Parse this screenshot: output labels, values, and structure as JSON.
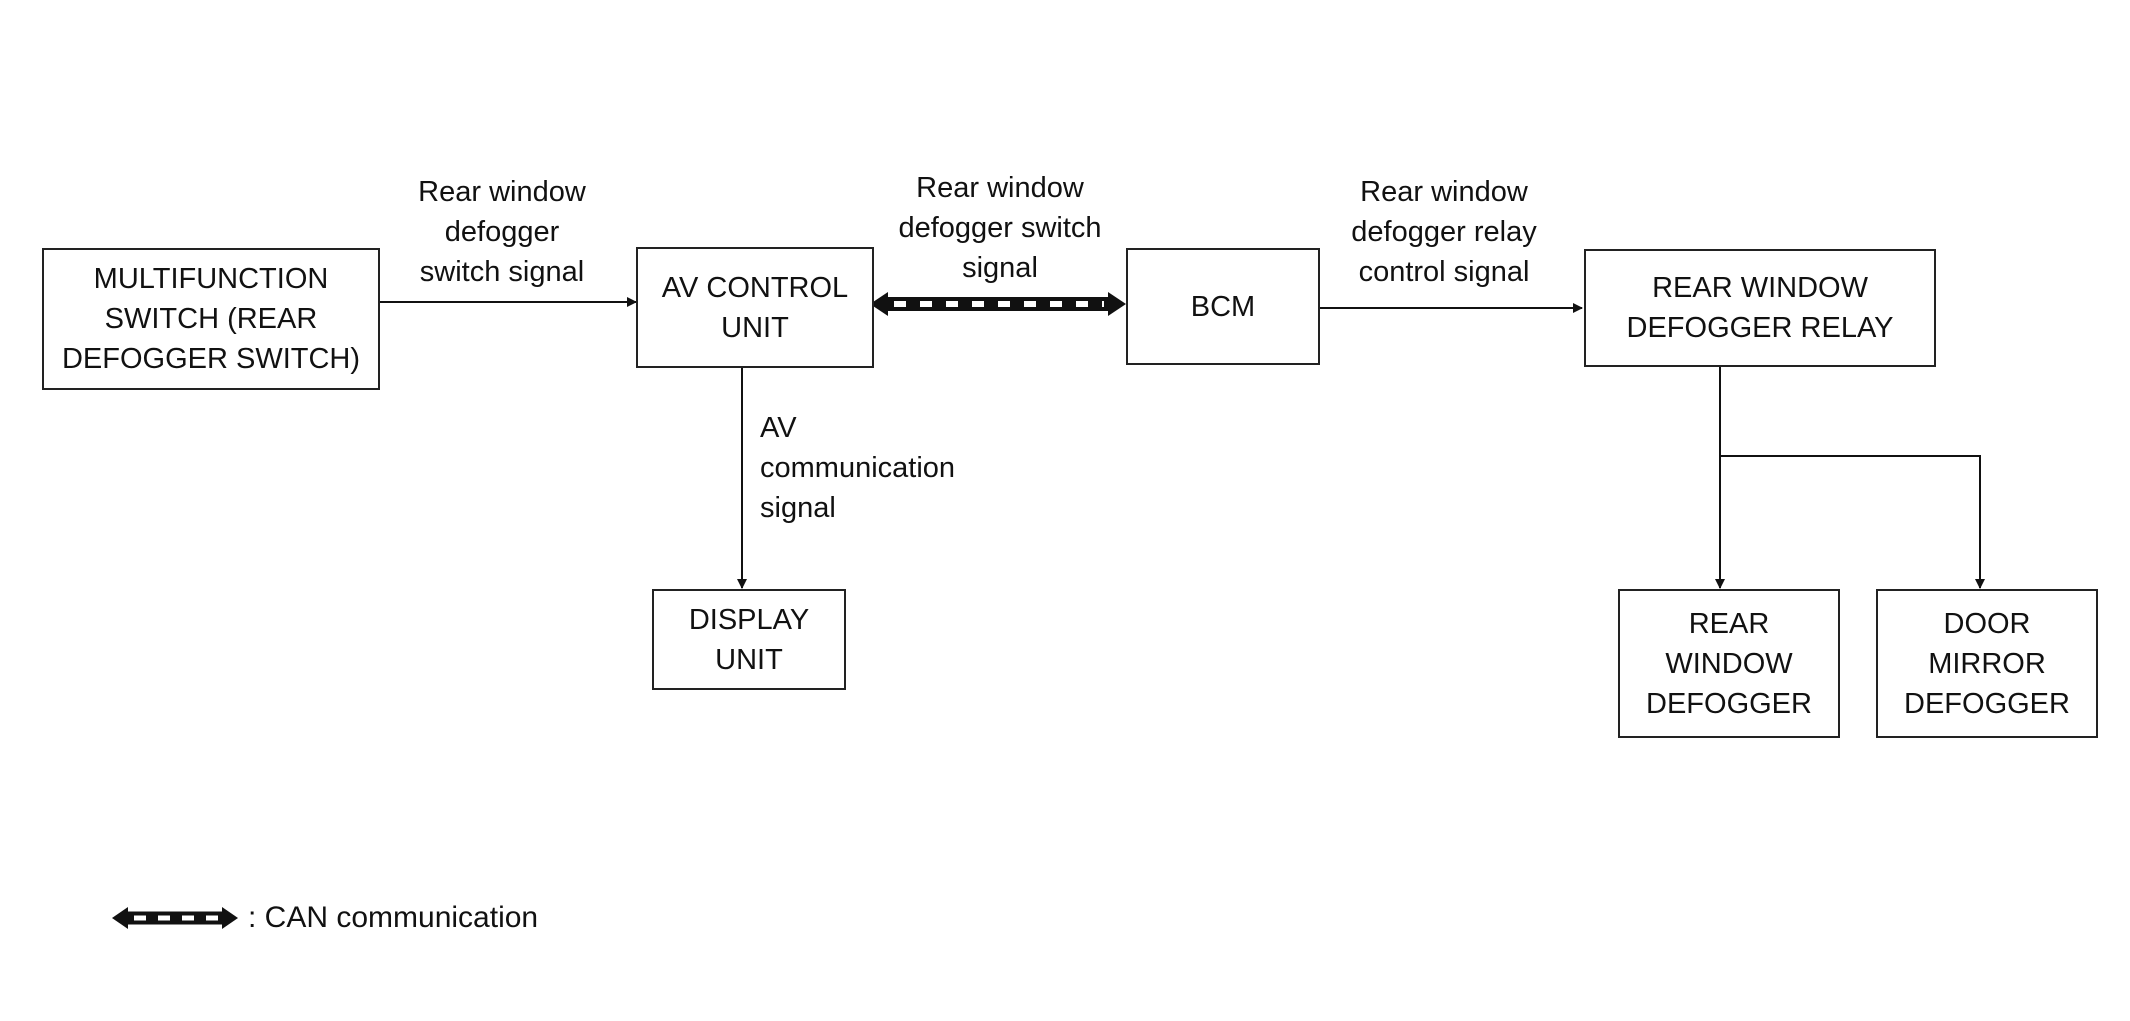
{
  "boxes": {
    "multifunction_switch": "MULTIFUNCTION\nSWITCH (REAR\nDEFOGGER SWITCH)",
    "av_control_unit": "AV CONTROL\nUNIT",
    "bcm": "BCM",
    "rear_window_defogger_relay": "REAR WINDOW\nDEFOGGER RELAY",
    "display_unit": "DISPLAY\nUNIT",
    "rear_window_defogger": "REAR\nWINDOW\nDEFOGGER",
    "door_mirror_defogger": "DOOR\nMIRROR\nDEFOGGER"
  },
  "signals": {
    "switch_to_av": "Rear window\ndefogger\nswitch signal",
    "av_to_bcm": "Rear window\ndefogger switch\nsignal",
    "bcm_to_relay": "Rear window\ndefogger relay\ncontrol signal",
    "av_to_display": "AV\ncommunication\nsignal"
  },
  "legend": {
    "can_communication": ": CAN communication"
  }
}
